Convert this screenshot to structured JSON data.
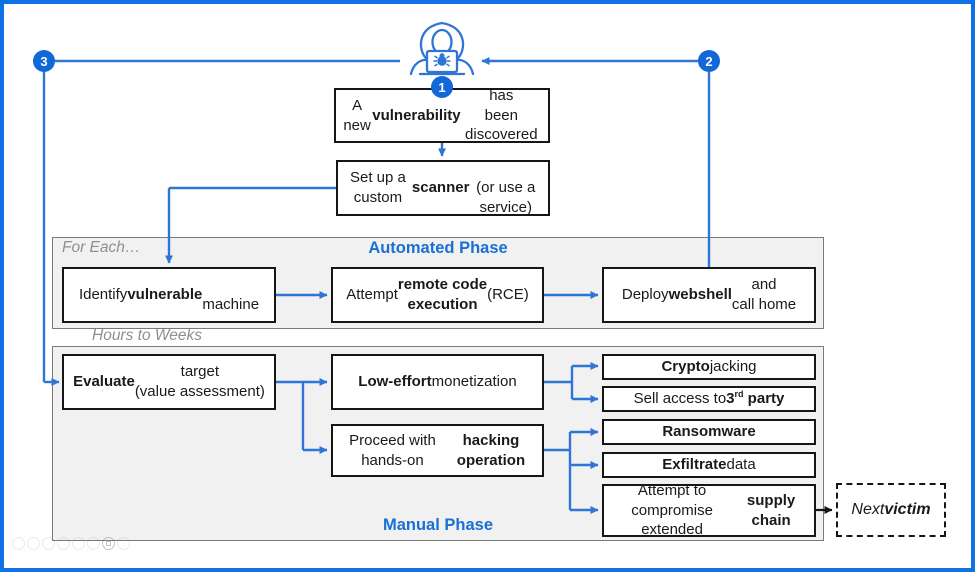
{
  "header": {
    "actor_icon": "hooded-hacker-with-laptop",
    "step1": "1",
    "step2": "2",
    "step3": "3"
  },
  "top_flow": {
    "vulnerability_box": "A new **vulnerability** has\nbeen discovered",
    "scanner_box": "Set up a custom **scanner**\n(or use a service)"
  },
  "automated_phase": {
    "title": "Automated Phase",
    "for_each_label": "For Each…",
    "identify_box": "Identify **vulnerable**\nmachine",
    "rce_box": "Attempt **remote code\nexecution** (RCE)",
    "deploy_box": "Deploy **webshell** and\ncall home"
  },
  "hours_to_weeks_label": "Hours to Weeks",
  "manual_phase": {
    "title": "Manual Phase",
    "evaluate_box": "**Evaluate** target\n(value assessment)",
    "low_effort_box": "**Low-effort** monetization",
    "proceed_box": "Proceed with hands-on\n**hacking operation**",
    "cryptojacking_box": "**Crypto**jacking",
    "sell_access_box": "Sell access to **3^rd^ party**",
    "ransomware_box": "**Ransomware**",
    "exfiltrate_box": "**Exfiltrate** data",
    "supply_chain_box": "Attempt to compromise\nextended **supply chain**"
  },
  "next_victim_box": "Next **victim**",
  "colors": {
    "accent_blue": "#1a6fd4",
    "frame_blue": "#0e72e4",
    "line_blue": "#2e75d6",
    "badge_blue": "#1268d8",
    "panel_bg": "#f1f1f1",
    "panel_border": "#7a7a7a",
    "box_border": "#161616",
    "muted_text": "#8f8f8f"
  }
}
